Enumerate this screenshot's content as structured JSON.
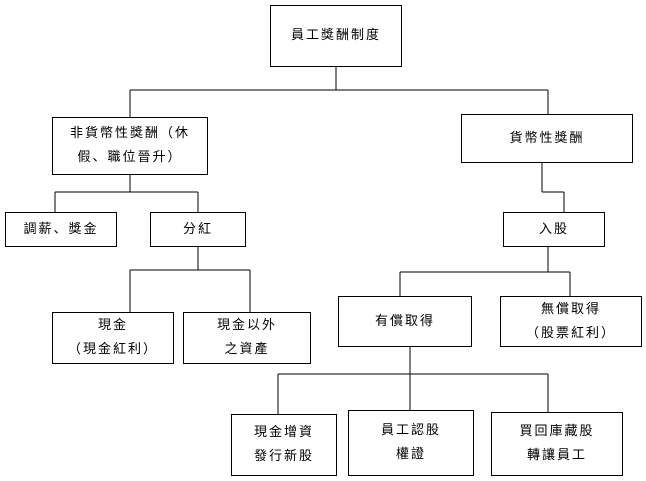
{
  "diagram": {
    "root": "員工獎酬制度",
    "non_monetary": "非貨幣性獎酬（休\n假、職位晉升）",
    "monetary": "貨幣性獎酬",
    "salary_bonus": "調薪、獎金",
    "dividend": "分紅",
    "stock": "入股",
    "cash": "現金\n（現金紅利）",
    "non_cash_assets": "現金以外\n之資產",
    "paid": "有償取得",
    "free": "無償取得\n（股票紅利）",
    "cash_capital_increase": "現金增資\n發行新股",
    "employee_warrant": "員工認股\n權證",
    "treasury_stock": "買回庫藏股\n轉讓員工"
  }
}
